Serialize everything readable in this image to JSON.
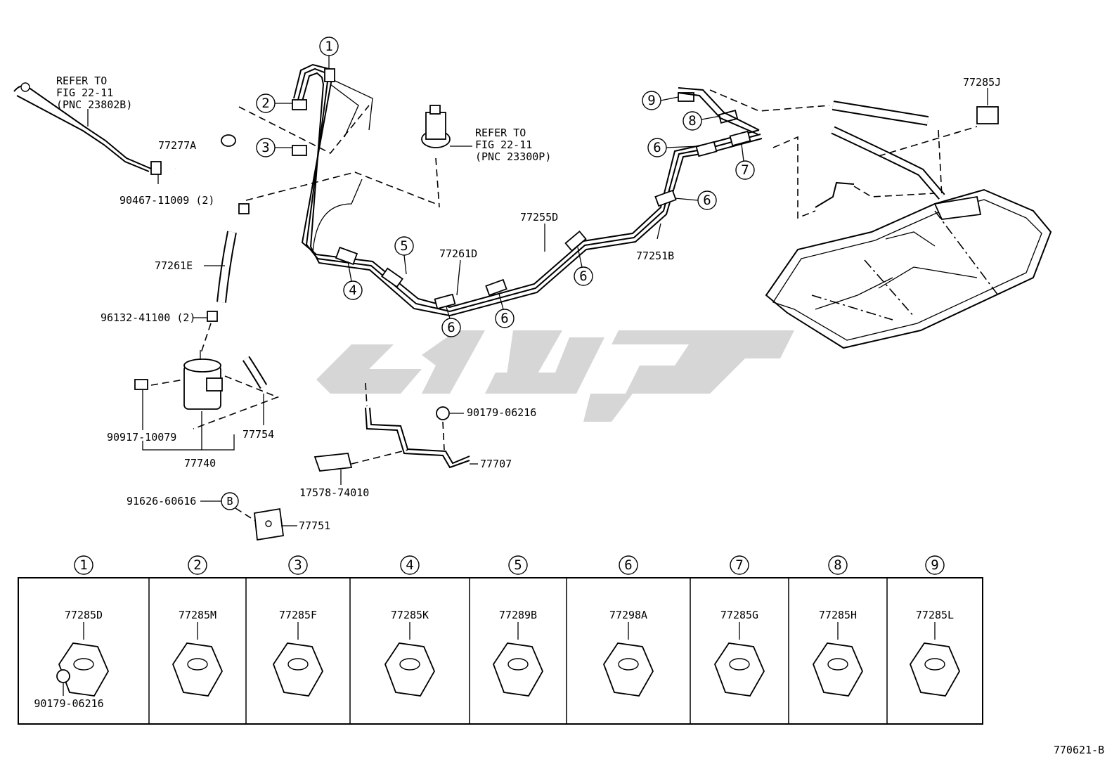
{
  "refer_notes": {
    "evap": [
      "REFER TO",
      "FIG 22-11",
      "(PNC 23802B)"
    ],
    "pump": [
      "REFER TO",
      "FIG 22-11",
      "(PNC 23300P)"
    ]
  },
  "part_labels": {
    "p77277A": "77277A",
    "p90467": "90467-11009 (2)",
    "p77261E": "77261E",
    "p96132": "96132-41100 (2)",
    "p90917": "90917-10079",
    "p77740": "77740",
    "p77754": "77754",
    "p91626": "91626-60616",
    "p77751": "77751",
    "p17578": "17578-74010",
    "p77707": "77707",
    "p90179_top": "90179-06216",
    "p77261D": "77261D",
    "p77255D": "77255D",
    "p77251B": "77251B",
    "p77285J": "77285J"
  },
  "callouts": {
    "c1": "1",
    "c2": "2",
    "c3": "3",
    "c4": "4",
    "c5": "5",
    "c6": "6",
    "c7": "7",
    "c8": "8",
    "c9": "9",
    "cB": "B"
  },
  "clamp_table": [
    {
      "index": "1",
      "part": "77285D",
      "extra": "90179-06216"
    },
    {
      "index": "2",
      "part": "77285M"
    },
    {
      "index": "3",
      "part": "77285F"
    },
    {
      "index": "4",
      "part": "77285K"
    },
    {
      "index": "5",
      "part": "77289B"
    },
    {
      "index": "6",
      "part": "77298A"
    },
    {
      "index": "7",
      "part": "77285G"
    },
    {
      "index": "8",
      "part": "77285H"
    },
    {
      "index": "9",
      "part": "77285L"
    }
  ],
  "figure_code": "770621-B",
  "colors": {
    "line": "#000000",
    "watermark": "#d3d3d3"
  }
}
